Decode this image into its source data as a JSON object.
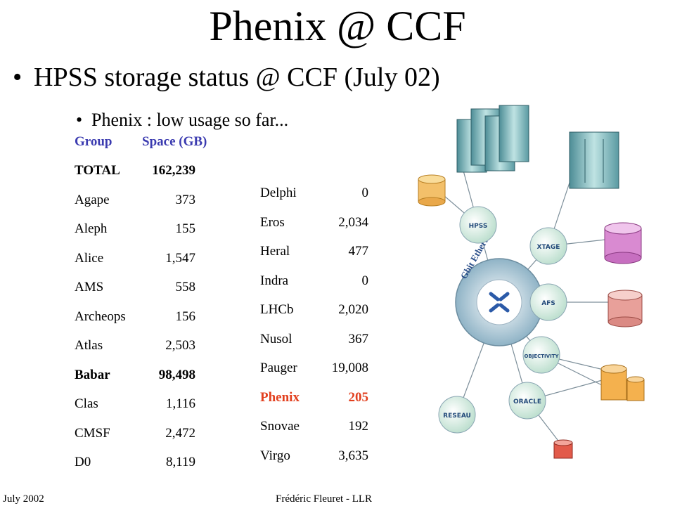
{
  "title": "Phenix @ CCF",
  "bullet1": "HPSS storage status @ CCF (July 02)",
  "bullet2": "Phenix : low usage so far...",
  "table_header": {
    "group": "Group",
    "space": "Space (GB)"
  },
  "left_table": [
    {
      "group": "TOTAL",
      "space": "162,239",
      "style": "bold"
    },
    {
      "group": "Agape",
      "space": "373",
      "style": ""
    },
    {
      "group": "Aleph",
      "space": "155",
      "style": ""
    },
    {
      "group": "Alice",
      "space": "1,547",
      "style": ""
    },
    {
      "group": "AMS",
      "space": "558",
      "style": ""
    },
    {
      "group": "Archeops",
      "space": "156",
      "style": ""
    },
    {
      "group": "Atlas",
      "space": "2,503",
      "style": ""
    },
    {
      "group": "Babar",
      "space": "98,498",
      "style": "bold"
    },
    {
      "group": "Clas",
      "space": "1,116",
      "style": ""
    },
    {
      "group": "CMSF",
      "space": "2,472",
      "style": ""
    },
    {
      "group": "D0",
      "space": "8,119",
      "style": ""
    }
  ],
  "right_table": [
    {
      "group": "Delphi",
      "space": "0",
      "style": ""
    },
    {
      "group": "Eros",
      "space": "2,034",
      "style": ""
    },
    {
      "group": "Heral",
      "space": "477",
      "style": ""
    },
    {
      "group": "Indra",
      "space": "0",
      "style": ""
    },
    {
      "group": "LHCb",
      "space": "2,020",
      "style": ""
    },
    {
      "group": "Nusol",
      "space": "367",
      "style": ""
    },
    {
      "group": "Pauger",
      "space": "19,008",
      "style": ""
    },
    {
      "group": "Phenix",
      "space": "205",
      "style": "red"
    },
    {
      "group": "Snovae",
      "space": "192",
      "style": ""
    },
    {
      "group": "Virgo",
      "space": "3,635",
      "style": ""
    }
  ],
  "diagram": {
    "hub_label": "Gbit Ethernet",
    "nodes": [
      "HPSS",
      "XTAGE",
      "AFS",
      "OBJECTIVITY",
      "ORACLE",
      "RESEAU"
    ]
  },
  "footer": {
    "date": "July 2002",
    "author": "Frédéric Fleuret - LLR"
  },
  "colors": {
    "header_blue": "#3b3bb0",
    "highlight_red": "#e2401f"
  }
}
